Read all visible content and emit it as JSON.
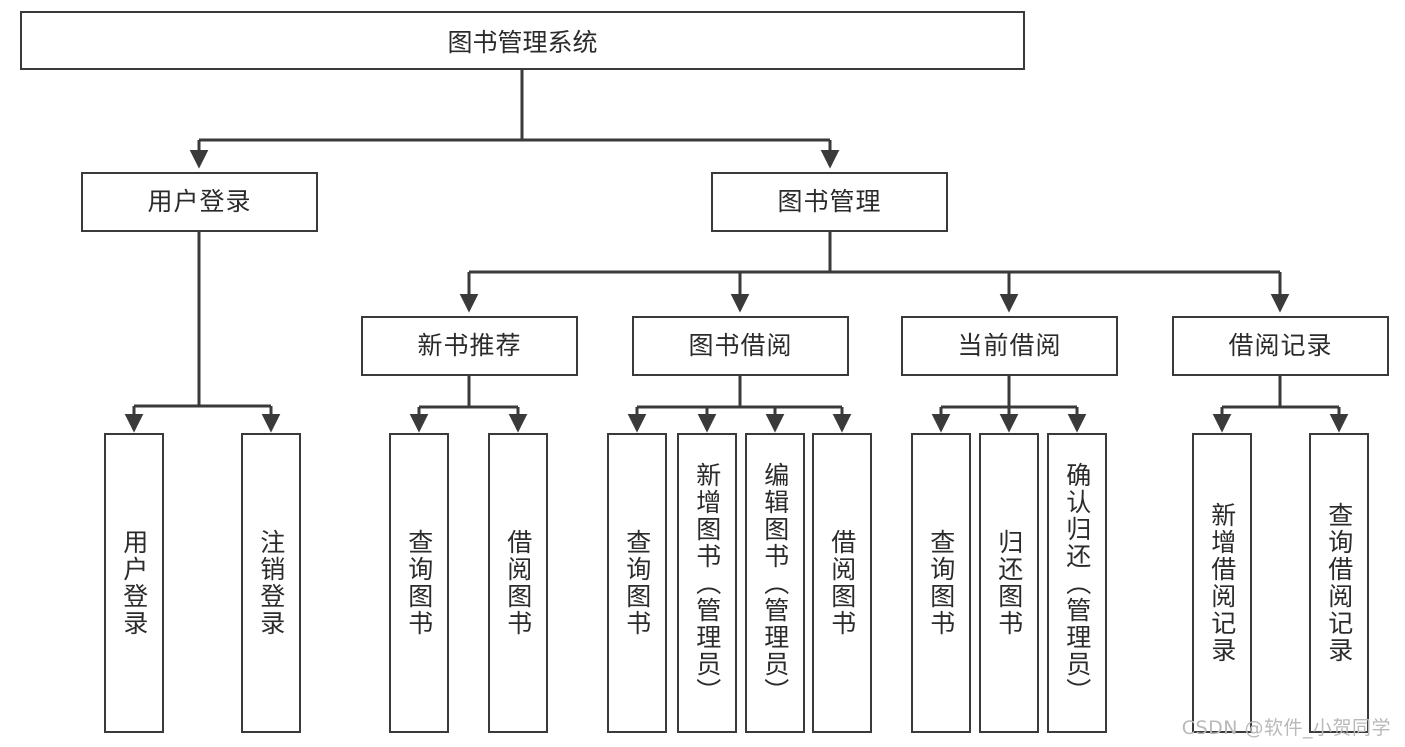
{
  "diagram": {
    "title": "图书管理系统",
    "type": "tree-hierarchy-diagram",
    "theme": {
      "stroke": "#3a3a3a",
      "fill": "#ffffff",
      "text": "#2b2b2b",
      "watermark_color": "#b9b9b9"
    },
    "root": {
      "id": "root",
      "label": "图书管理系统"
    },
    "level2": [
      {
        "id": "user-login",
        "label": "用户登录"
      },
      {
        "id": "book-manage",
        "label": "图书管理"
      }
    ],
    "level3": [
      {
        "id": "new-book-recommend",
        "label": "新书推荐"
      },
      {
        "id": "book-borrow",
        "label": "图书借阅"
      },
      {
        "id": "current-borrow",
        "label": "当前借阅"
      },
      {
        "id": "borrow-record",
        "label": "借阅记录"
      }
    ],
    "leaves": {
      "user-login": [
        {
          "id": "leaf-user-login",
          "label": "用户登录"
        },
        {
          "id": "leaf-logout-login",
          "label": "注销登录"
        }
      ],
      "new-book-recommend": [
        {
          "id": "leaf-query-book-1",
          "label": "查询图书"
        },
        {
          "id": "leaf-borrow-book-1",
          "label": "借阅图书"
        }
      ],
      "book-borrow": [
        {
          "id": "leaf-query-book-2",
          "label": "查询图书"
        },
        {
          "id": "leaf-add-book",
          "label": "新增图书（管理员）"
        },
        {
          "id": "leaf-edit-book",
          "label": "编辑图书（管理员）"
        },
        {
          "id": "leaf-borrow-book-2",
          "label": "借阅图书"
        }
      ],
      "current-borrow": [
        {
          "id": "leaf-query-book-3",
          "label": "查询图书"
        },
        {
          "id": "leaf-return-book",
          "label": "归还图书"
        },
        {
          "id": "leaf-confirm-return",
          "label": "确认归还（管理员）"
        }
      ],
      "borrow-record": [
        {
          "id": "leaf-add-record",
          "label": "新增借阅记录"
        },
        {
          "id": "leaf-query-record",
          "label": "查询借阅记录"
        }
      ]
    },
    "watermark": "CSDN @软件_小贺同学"
  }
}
